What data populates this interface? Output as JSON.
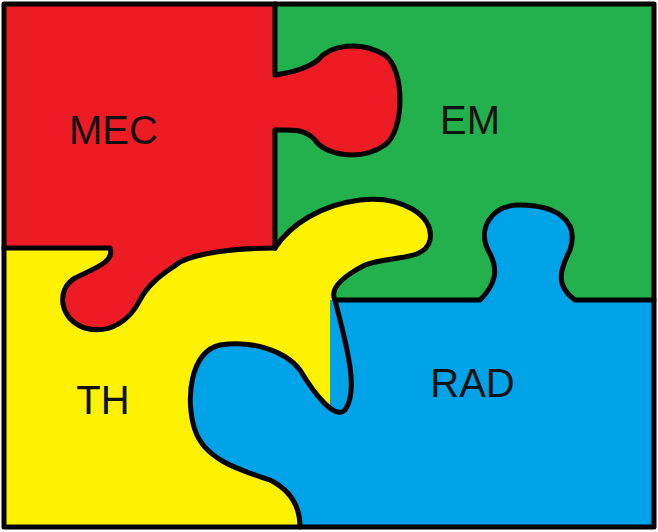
{
  "diagram": {
    "nodes": [
      {
        "text": [
          "MEC"
        ]
      },
      {
        "text": [
          "EM"
        ]
      },
      {
        "text": [
          "TH"
        ]
      },
      {
        "text": [
          "RAD"
        ]
      }
    ]
  }
}
